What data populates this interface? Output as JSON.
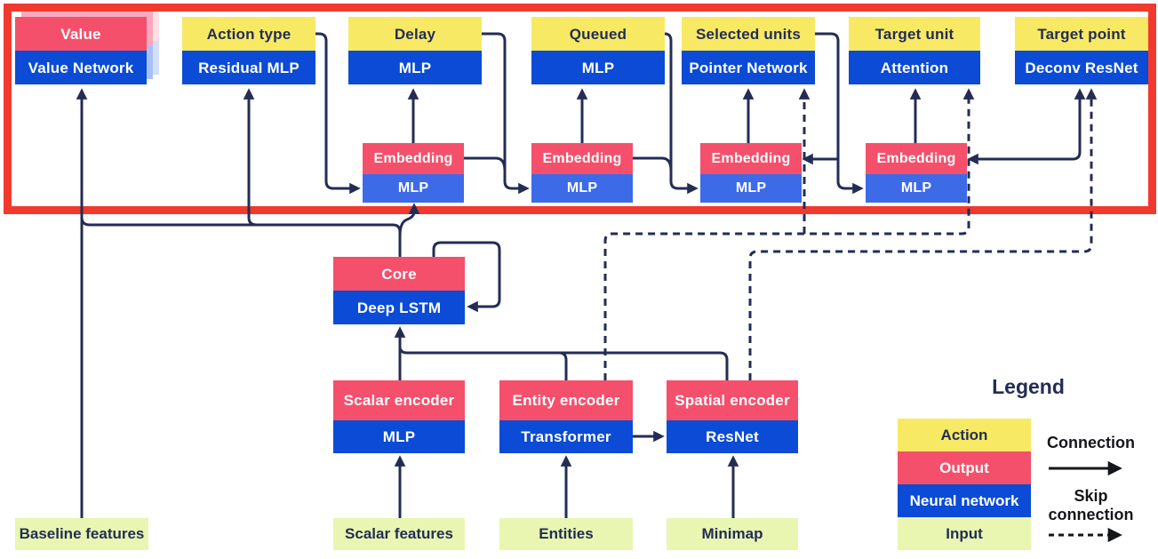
{
  "diagram": {
    "heads": [
      {
        "id": "value",
        "action_label": "Value",
        "network_label": "Value Network"
      },
      {
        "id": "action-type",
        "action_label": "Action type",
        "network_label": "Residual MLP"
      },
      {
        "id": "delay",
        "action_label": "Delay",
        "network_label": "MLP"
      },
      {
        "id": "queued",
        "action_label": "Queued",
        "network_label": "MLP"
      },
      {
        "id": "selected-units",
        "action_label": "Selected units",
        "network_label": "Pointer Network"
      },
      {
        "id": "target-unit",
        "action_label": "Target unit",
        "network_label": "Attention"
      },
      {
        "id": "target-point",
        "action_label": "Target point",
        "network_label": "Deconv ResNet"
      }
    ],
    "embeddings": [
      {
        "output_label": "Embedding",
        "network_label": "MLP"
      },
      {
        "output_label": "Embedding",
        "network_label": "MLP"
      },
      {
        "output_label": "Embedding",
        "network_label": "MLP"
      },
      {
        "output_label": "Embedding",
        "network_label": "MLP"
      }
    ],
    "core": {
      "output_label": "Core",
      "network_label": "Deep LSTM"
    },
    "encoders": [
      {
        "output_label": "Scalar encoder",
        "network_label": "MLP"
      },
      {
        "output_label": "Entity encoder",
        "network_label": "Transformer"
      },
      {
        "output_label": "Spatial encoder",
        "network_label": "ResNet"
      }
    ],
    "inputs": [
      {
        "label": "Baseline features"
      },
      {
        "label": "Scalar features"
      },
      {
        "label": "Entities"
      },
      {
        "label": "Minimap"
      }
    ],
    "colors": {
      "action_yellow": "#F8E964",
      "output_pink": "#F4506C",
      "network_blue": "#0B4BD5",
      "embedding_blue": "#3D6BE8",
      "input_green": "#E9F6B1",
      "wire_navy": "#232D54",
      "frame_red": "#F2392E"
    }
  },
  "legend": {
    "title": "Legend",
    "items": [
      {
        "label": "Action",
        "color": "#F8E964"
      },
      {
        "label": "Output",
        "color": "#F4506C"
      },
      {
        "label": "Neural network",
        "color": "#0B4BD5"
      },
      {
        "label": "Input",
        "color": "#E9F6B1"
      }
    ],
    "connection_label": "Connection",
    "skip_connection_label_line1": "Skip",
    "skip_connection_label_line2": "connection"
  }
}
